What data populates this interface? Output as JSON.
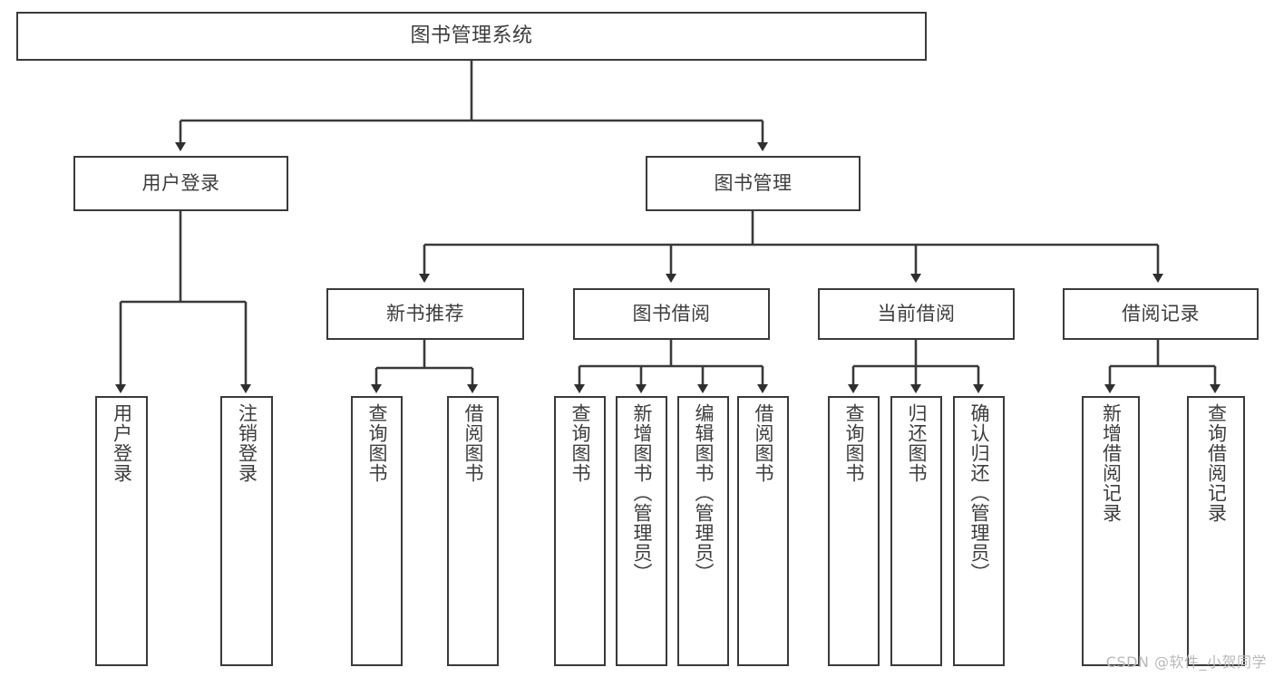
{
  "diagram": {
    "title": "图书管理系统",
    "type": "hierarchy-tree",
    "colors": {
      "box_border": "#3a3a3a",
      "box_fill": "#ffffff",
      "text": "#3d3d3d",
      "connector": "#3a3a3a",
      "watermark": "#b9b9b9"
    },
    "root": {
      "label": "图书管理系统"
    },
    "level1": [
      {
        "label": "用户登录"
      },
      {
        "label": "图书管理"
      }
    ],
    "level2": [
      {
        "label": "新书推荐"
      },
      {
        "label": "图书借阅"
      },
      {
        "label": "当前借阅"
      },
      {
        "label": "借阅记录"
      }
    ],
    "leaves": {
      "user_login": [
        {
          "label": "用户登录"
        },
        {
          "label": "注销登录"
        }
      ],
      "new_book_recommend": [
        {
          "label": "查询图书"
        },
        {
          "label": "借阅图书"
        }
      ],
      "book_borrow": [
        {
          "label": "查询图书"
        },
        {
          "label": "新增图书（管理员）"
        },
        {
          "label": "编辑图书（管理员）"
        },
        {
          "label": "借阅图书"
        }
      ],
      "current_borrow": [
        {
          "label": "查询图书"
        },
        {
          "label": "归还图书"
        },
        {
          "label": "确认归还（管理员）"
        }
      ],
      "borrow_records": [
        {
          "label": "新增借阅记录"
        },
        {
          "label": "查询借阅记录"
        }
      ]
    }
  },
  "watermark": {
    "text": "CSDN @软件_小贺同学"
  }
}
